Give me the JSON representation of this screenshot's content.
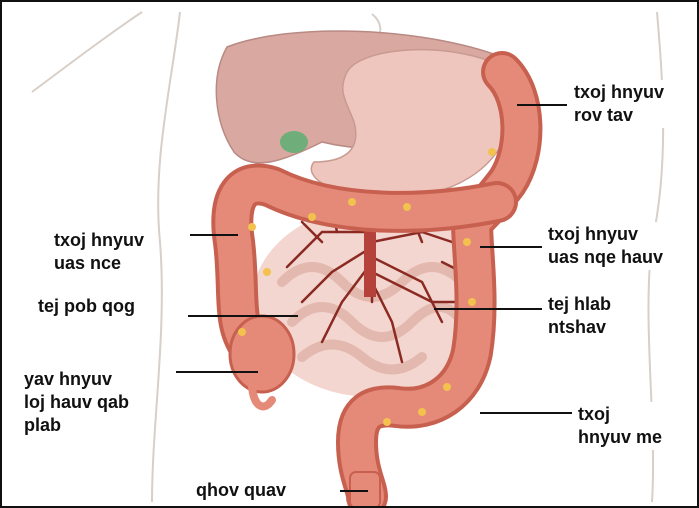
{
  "diagram": {
    "labels": {
      "transverse_colon": "txoj hnyuv\nrov tav",
      "ascending_colon": "txoj hnyuv\nuas nce",
      "descending_colon": "txoj hnyuv\nuas nqe hauv",
      "small_intestine": "tej pob qog",
      "mesenteric_vessels": "tej hlab\nntshav",
      "cecum": "yav hnyuv\nloj hauv qab\nplab",
      "sigmoid_colon": "txoj\nhnyuv me",
      "rectum": "qhov quav"
    },
    "colors": {
      "skin_outline": "#d7cfc8",
      "liver": "#d9a8a0",
      "stomach": "#efc6bd",
      "colon": "#e58a78",
      "colon_dark": "#c8604f",
      "small_intestine": "#f3d6cf",
      "vessels": "#8a2a22",
      "fat": "#f2c14e",
      "gallbladder": "#6fae7a"
    }
  }
}
